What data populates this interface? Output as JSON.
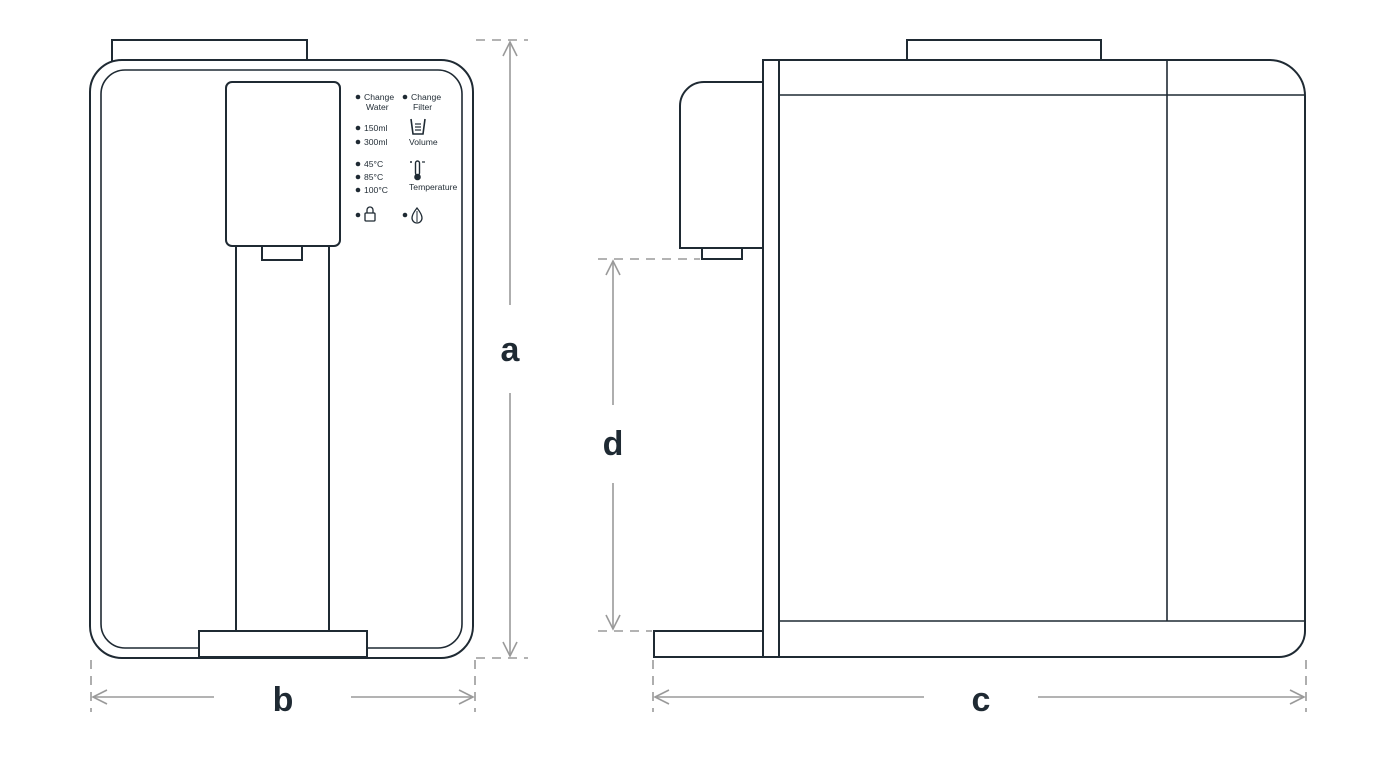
{
  "dimensions": {
    "a": "a",
    "b": "b",
    "c": "c",
    "d": "d"
  },
  "control_panel": {
    "change_water": [
      "Change",
      "Water"
    ],
    "change_filter": [
      "Change",
      "Filter"
    ],
    "volume_options": [
      "150ml",
      "300ml"
    ],
    "volume_label": "Volume",
    "temperature_options": [
      "45°C",
      "85°C",
      "100°C"
    ],
    "temperature_label": "Temperature",
    "lock_icon": "lock-icon",
    "water_drop_icon": "water-drop-icon"
  },
  "colors": {
    "outline": "#1f2a33",
    "dimension_lines": "#9a9a9a"
  }
}
